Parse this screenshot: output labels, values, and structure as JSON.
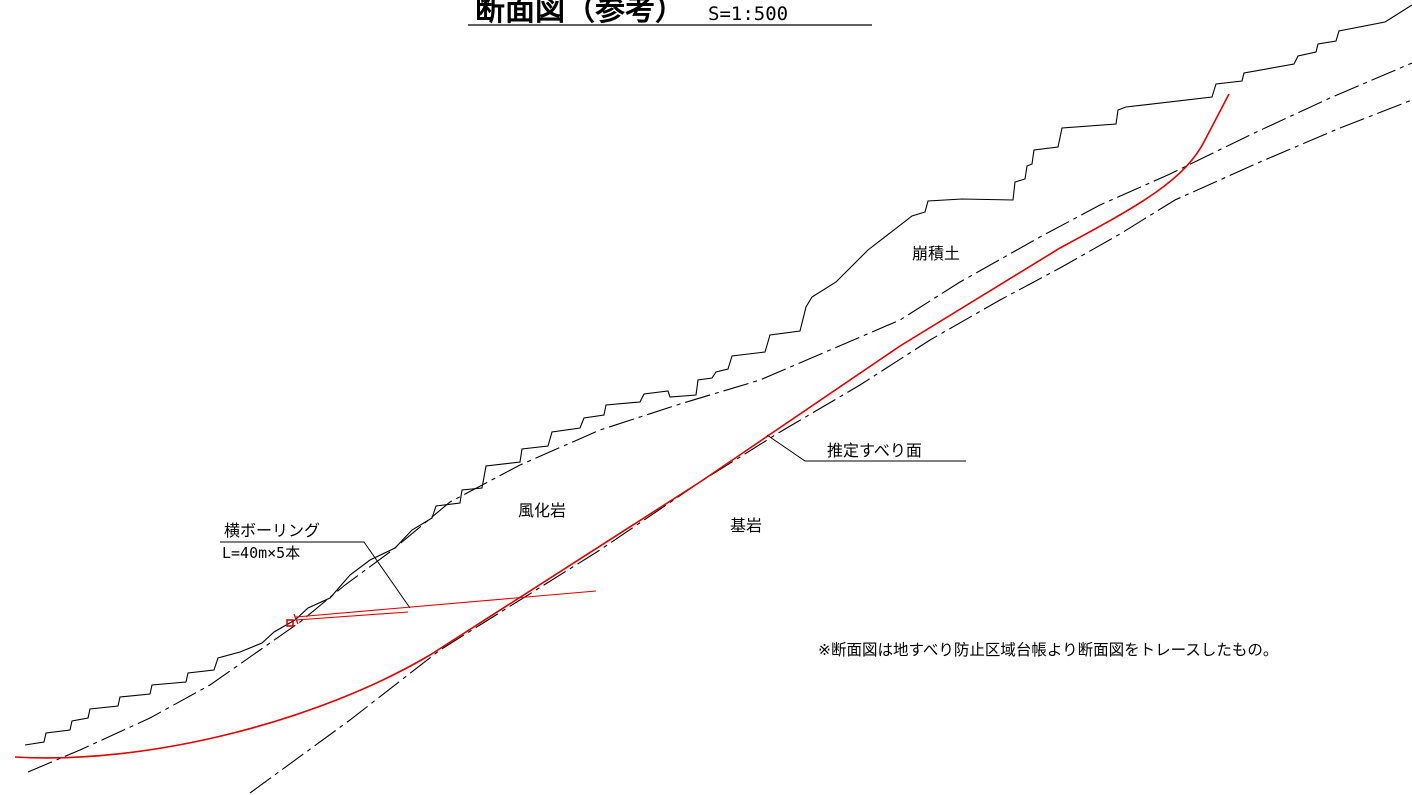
{
  "title": {
    "main": "断面図（参考）",
    "scale": "S=1:500"
  },
  "layers": {
    "colluvium": "崩積土",
    "weathered_rock": "風化岩",
    "bedrock": "基岩"
  },
  "slip_surface_label": "推定すべり面",
  "drain_boring": {
    "label": "横ボーリング",
    "spec": "L=40m×5本"
  },
  "note": "※断面図は地すべり防止区域台帳より断面図をトレースしたもの。",
  "colors": {
    "line": "#000000",
    "slip_surface": "#e00000",
    "background": "#ffffff"
  }
}
